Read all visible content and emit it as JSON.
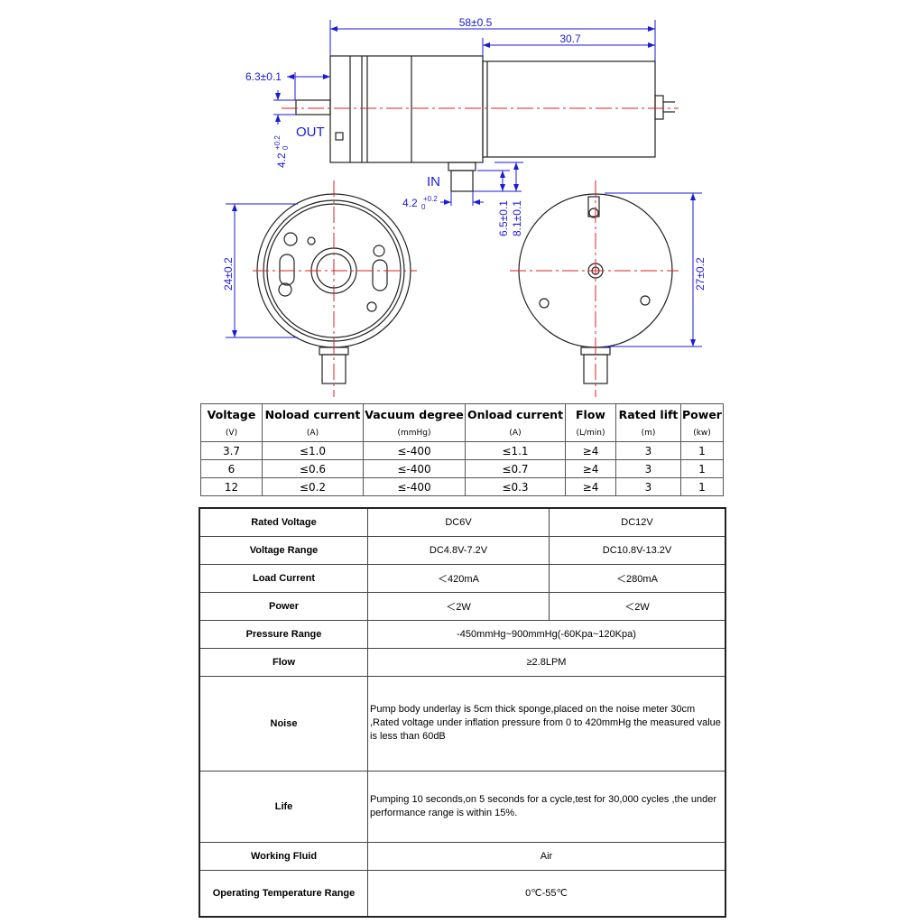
{
  "drawing": {
    "dim_total_length": "58±0.5",
    "dim_motor_length": "30.7",
    "dim_outlet_length": "6.3±0.1",
    "dim_outlet_dia": "4.2",
    "dim_outlet_tol_upper": "+0.2",
    "dim_outlet_tol_lower": "0",
    "label_out": "OUT",
    "label_in": "IN",
    "dim_inlet_dia": "4.2",
    "dim_inlet_tol_upper": "+0.2",
    "dim_inlet_tol_lower": "0",
    "dim_inlet_len1": "6.5±0.1",
    "dim_inlet_len2": "8.1±0.1",
    "dim_pump_dia": "24±0.2",
    "dim_motor_dia": "27±0.2"
  },
  "table1": {
    "headers": [
      "Voltage",
      "Noload current",
      "Vacuum degree",
      "Onload current",
      "Flow",
      "Rated lift",
      "Power"
    ],
    "units": [
      "(V)",
      "(A)",
      "(mmHg)",
      "(A)",
      "(L/min)",
      "(m)",
      "(kw)"
    ],
    "rows": [
      [
        "3.7",
        "≤1.0",
        "≤-400",
        "≤1.1",
        "≥4",
        "3",
        "1"
      ],
      [
        "6",
        "≤0.6",
        "≤-400",
        "≤0.7",
        "≥4",
        "3",
        "1"
      ],
      [
        "12",
        "≤0.2",
        "≤-400",
        "≤0.3",
        "≥4",
        "3",
        "1"
      ]
    ]
  },
  "table2": {
    "rated_voltage": {
      "label": "Rated Voltage",
      "v1": "DC6V",
      "v2": "DC12V"
    },
    "voltage_range": {
      "label": "Voltage Range",
      "v1": "DC4.8V-7.2V",
      "v2": "DC10.8V-13.2V"
    },
    "load_current": {
      "label": "Load Current",
      "v1": "＜420mA",
      "v2": "＜280mA"
    },
    "power": {
      "label": "Power",
      "v1": "＜2W",
      "v2": "＜2W"
    },
    "pressure_range": {
      "label": "Pressure Range",
      "value": "-450mmHg~900mmHg(-60Kpa~120Kpa)"
    },
    "flow": {
      "label": "Flow",
      "value": "≥2.8LPM"
    },
    "noise": {
      "label": "Noise",
      "value": "Pump body underlay is 5cm thick sponge,placed on the noise meter 30cm ,Rated voltage under inflation pressure from 0 to 420mmHg the measured value is less than 60dB"
    },
    "life": {
      "label": "Life",
      "value": "Pumping 10 seconds,on 5 seconds for a cycle,test for 30,000 cycles ,the under performance range is within 15%."
    },
    "working_fluid": {
      "label": "Working Fluid",
      "value": "Air"
    },
    "temperature": {
      "label": "Operating Temperature Range",
      "value": "0℃-55℃"
    }
  }
}
